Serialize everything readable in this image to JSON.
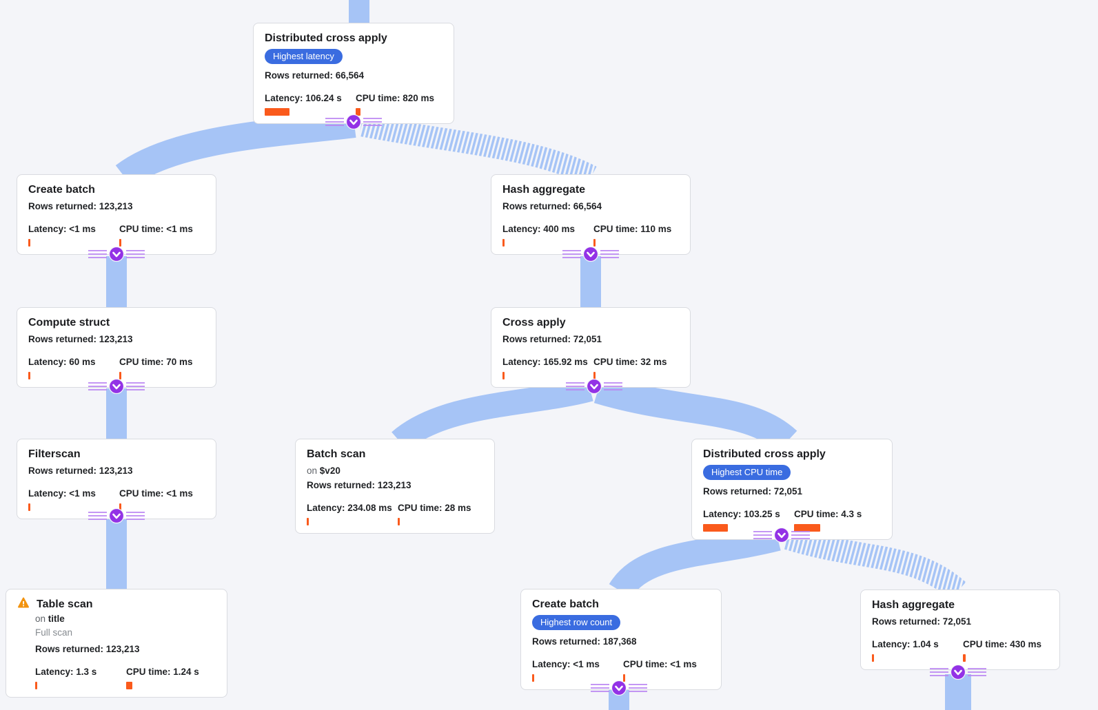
{
  "colors": {
    "background": "#f4f5f9",
    "edge_blue": "#a6c4f6",
    "badge_blue": "#3a6ce0",
    "metric_bar_orange": "#fa5a1c",
    "connector_purple": "#9332e6",
    "warning_orange": "#f2930f",
    "card_border": "#d9dbe0"
  },
  "nodes": [
    {
      "title": "Distributed cross apply",
      "badge": "Highest latency",
      "rows": "Rows returned: 66,564",
      "latency": "Latency: 106.24 s",
      "cpu": "CPU time: 820 ms",
      "latency_bar": 36,
      "cpu_bar": 7
    },
    {
      "title": "Create batch",
      "rows": "Rows returned: 123,213",
      "latency": "Latency: <1 ms",
      "cpu": "CPU time: <1 ms",
      "latency_bar": 3,
      "cpu_bar": 3
    },
    {
      "title": "Hash aggregate",
      "rows": "Rows returned: 66,564",
      "latency": "Latency: 400 ms",
      "cpu": "CPU time: 110 ms",
      "latency_bar": 3,
      "cpu_bar": 3
    },
    {
      "title": "Compute struct",
      "rows": "Rows returned: 123,213",
      "latency": "Latency: 60 ms",
      "cpu": "CPU time: 70 ms",
      "latency_bar": 3,
      "cpu_bar": 3
    },
    {
      "title": "Cross apply",
      "rows": "Rows returned: 72,051",
      "latency": "Latency: 165.92 ms",
      "cpu": "CPU time: 32 ms",
      "latency_bar": 3,
      "cpu_bar": 3
    },
    {
      "title": "Filterscan",
      "rows": "Rows returned: 123,213",
      "latency": "Latency: <1 ms",
      "cpu": "CPU time: <1 ms",
      "latency_bar": 3,
      "cpu_bar": 3
    },
    {
      "title": "Batch scan",
      "on_prefix": "on",
      "on_value": "$v20",
      "rows": "Rows returned: 123,213",
      "latency": "Latency: 234.08 ms",
      "cpu": "CPU time: 28 ms",
      "latency_bar": 3,
      "cpu_bar": 3
    },
    {
      "title": "Distributed cross apply",
      "badge": "Highest CPU time",
      "rows": "Rows returned: 72,051",
      "latency": "Latency: 103.25 s",
      "cpu": "CPU time: 4.3 s",
      "latency_bar": 36,
      "cpu_bar": 38
    },
    {
      "title": "Table scan",
      "on_prefix": "on",
      "on_value": "title",
      "note": "Full scan",
      "rows": "Rows returned: 123,213",
      "latency": "Latency: 1.3 s",
      "cpu": "CPU time: 1.24 s",
      "latency_bar": 3,
      "cpu_bar": 9
    },
    {
      "title": "Create batch",
      "badge": "Highest row count",
      "rows": "Rows returned: 187,368",
      "latency": "Latency: <1 ms",
      "cpu": "CPU time: <1 ms",
      "latency_bar": 3,
      "cpu_bar": 3
    },
    {
      "title": "Hash aggregate",
      "rows": "Rows returned: 72,051",
      "latency": "Latency: 1.04 s",
      "cpu": "CPU time: 430 ms",
      "latency_bar": 3,
      "cpu_bar": 4
    }
  ]
}
